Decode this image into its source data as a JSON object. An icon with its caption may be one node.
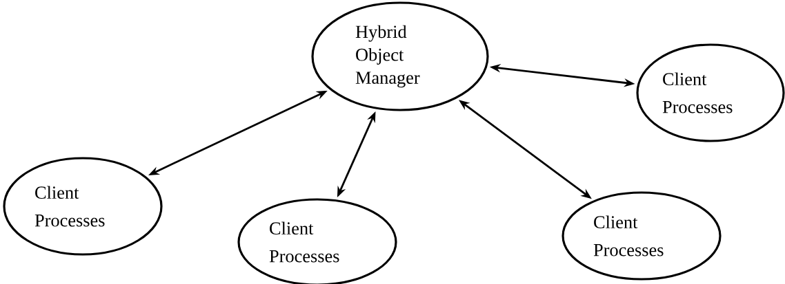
{
  "diagram": {
    "nodes": [
      {
        "text": [
          "Hybrid Object Manager"
        ]
      },
      {
        "text": [
          "Client Processes"
        ]
      },
      {
        "text": [
          "Client Processes"
        ]
      },
      {
        "text": [
          "Client Processes"
        ]
      },
      {
        "text": [
          "Client Processes"
        ]
      }
    ],
    "edges": [
      {
        "from": 0,
        "to": 2,
        "arrow": "both"
      },
      {
        "from": 0,
        "to": 3,
        "arrow": "both"
      },
      {
        "from": 0,
        "to": 1,
        "arrow": "both"
      },
      {
        "from": 0,
        "to": 4,
        "arrow": "both"
      }
    ]
  }
}
